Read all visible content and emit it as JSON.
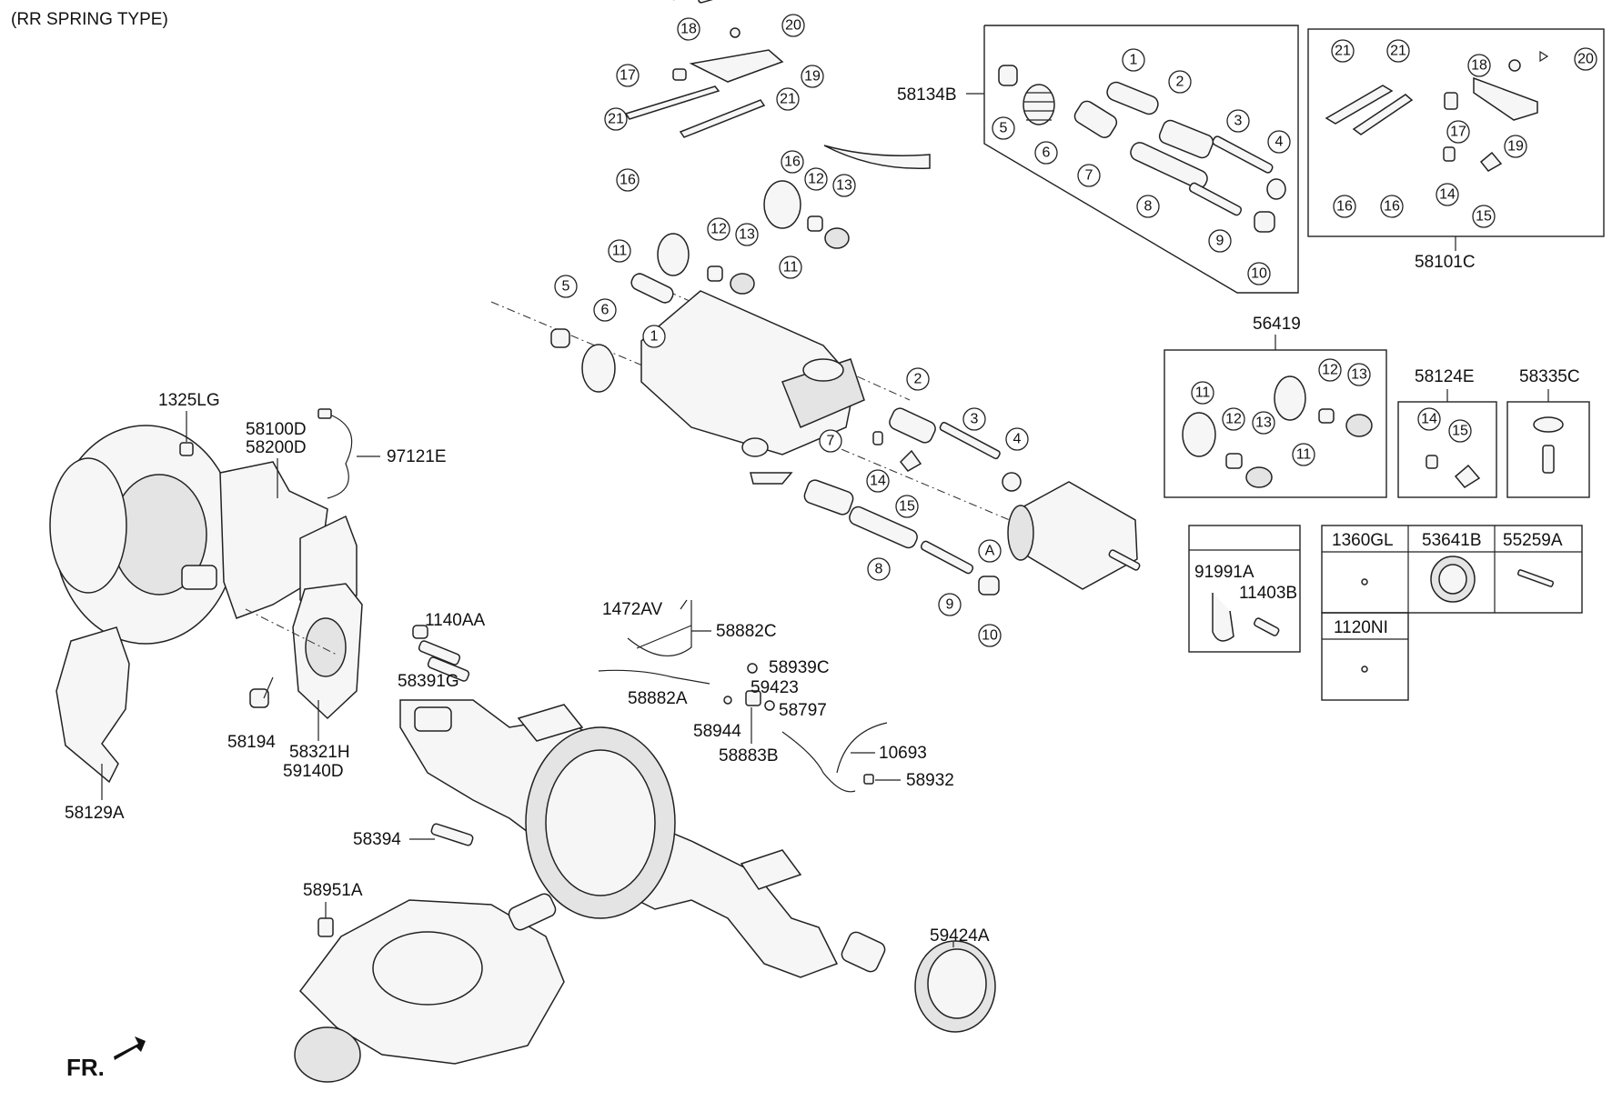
{
  "title": "(RR SPRING TYPE)",
  "fr_label": "FR.",
  "labels": {
    "l58134B": "58134B",
    "l58101C": "58101C",
    "l56419": "56419",
    "l58124E": "58124E",
    "l58335C": "58335C",
    "l1325LG": "1325LG",
    "l58100D": "58100D",
    "l58200D": "58200D",
    "l97121E": "97121E",
    "l1140AA": "1140AA",
    "l58391G": "58391G",
    "l58194": "58194",
    "l58321H": "58321H",
    "l59140D": "59140D",
    "l58129A": "58129A",
    "l1472AV": "1472AV",
    "l58882C": "58882C",
    "l58882A": "58882A",
    "l58939C": "58939C",
    "l59423": "59423",
    "l58797": "58797",
    "l58944": "58944",
    "l58883B": "58883B",
    "l10693": "10693",
    "l58932": "58932",
    "l58394": "58394",
    "l58951A": "58951A",
    "l59424A": "59424A",
    "l91991A": "91991A",
    "l11403B": "11403B",
    "l1360GL": "1360GL",
    "l53641B": "53641B",
    "l55259A": "55259A",
    "l1120NI": "1120NI",
    "l_A": "A"
  },
  "callouts": {
    "c1": "1",
    "c2": "2",
    "c3": "3",
    "c4": "4",
    "c5": "5",
    "c6": "6",
    "c7": "7",
    "c8": "8",
    "c9": "9",
    "c10": "10",
    "c11": "11",
    "c12": "12",
    "c13": "13",
    "c14": "14",
    "c15": "15",
    "c16": "16",
    "c17": "17",
    "c18": "18",
    "c19": "19",
    "c20": "20",
    "c21": "21"
  }
}
